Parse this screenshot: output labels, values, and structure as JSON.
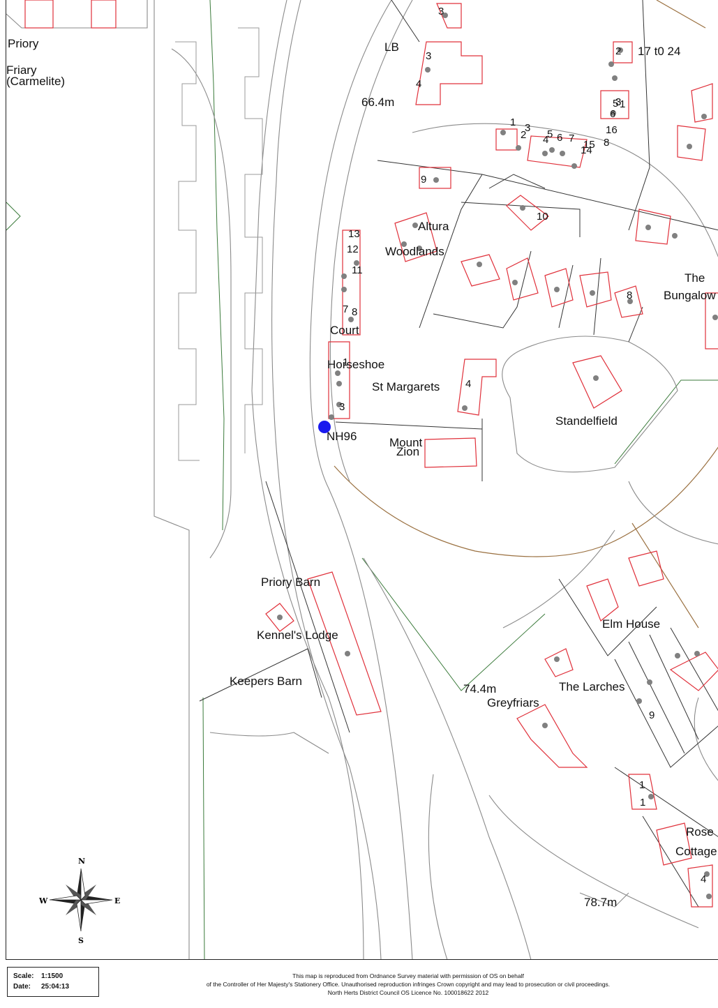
{
  "map": {
    "place_labels": [
      "Priory",
      "Friary",
      "(Carmelite)",
      "LB",
      "66.4m",
      "17 t0 24",
      "Altura",
      "Woodlands",
      "Court",
      "Horseshoe",
      "St Margarets",
      "Standelfield",
      "NH96",
      "Mount",
      "Zion",
      "The",
      "Bungalow",
      "Priory Barn",
      "Kennel's Lodge",
      "Keepers Barn",
      "Elm House",
      "The Larches",
      "74.4m",
      "Greyfriars",
      "Rose",
      "Cottage",
      "78.7m"
    ],
    "house_numbers": [
      "3",
      "3",
      "4",
      "1",
      "3",
      "2",
      "4",
      "5",
      "6",
      "7",
      "8",
      "9",
      "10",
      "5",
      "6",
      "16",
      "15",
      "14",
      "13",
      "12",
      "11",
      "7",
      "8",
      "1",
      "3",
      "4",
      "8",
      "9",
      "1",
      "1",
      "4",
      "1",
      "2",
      "3"
    ],
    "marker_label": "NH96",
    "colors": {
      "building_outline": "#e0303a",
      "boundary_line": "#333333",
      "road_edge": "#777777",
      "green_boundary": "#3a7a3a",
      "brown_boundary": "#9a7040",
      "marker": "#1a1aee",
      "address_point": "#808080"
    }
  },
  "compass": {
    "north": "N",
    "south": "S",
    "east": "E",
    "west": "W",
    "icon": "compass-rose-icon"
  },
  "footer": {
    "scale_label": "Scale:",
    "scale_value": "1:1500",
    "date_label": "Date:",
    "date_value": "25:04:13",
    "copyright_line1": "This map is reproduced from Ordnance Survey material with permission of OS on behalf",
    "copyright_line2": "of the Controller of Her Majesty's Stationery Office. Unauthorised reproduction infringes Crown copyright and may lead to prosecution or civil proceedings.",
    "copyright_line3": "North Herts District Council OS Licence No. 100018622 2012"
  }
}
